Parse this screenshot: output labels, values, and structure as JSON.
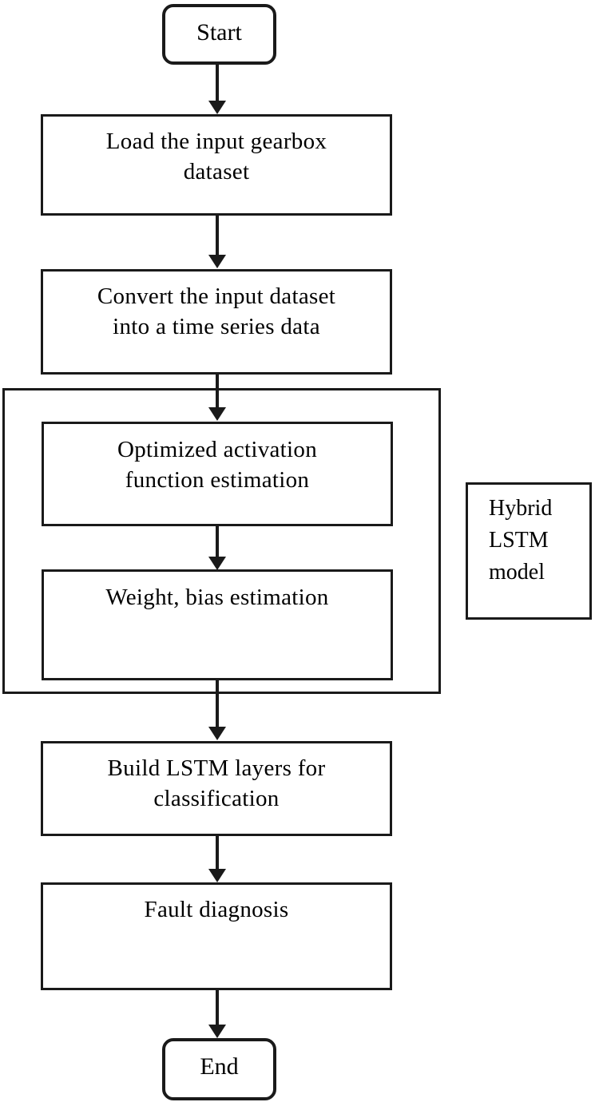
{
  "diagram": {
    "title": "Hybrid LSTM gearbox fault diagnosis flowchart",
    "background_color": "#ffffff",
    "line_color": "#1a1a1a",
    "text_color": "#000000"
  },
  "nodes": {
    "start": {
      "label": "Start",
      "shape": "terminator"
    },
    "load_dataset": {
      "label": "Load the input  gearbox\ndataset",
      "shape": "process"
    },
    "convert_dataset": {
      "label": "Convert  the  input  dataset\ninto  a time  series  data",
      "shape": "process"
    },
    "activation_estimation": {
      "label": "Optimized  activation\nfunction  estimation",
      "shape": "process"
    },
    "weight_bias_estimation": {
      "label": "Weight,  bias  estimation",
      "shape": "process"
    },
    "build_lstm_layers": {
      "label": "Build  LSTM layers  for\nclassification",
      "shape": "process"
    },
    "fault_diagnosis": {
      "label": "Fault  diagnosis",
      "shape": "process"
    },
    "end": {
      "label": "End",
      "shape": "terminator"
    }
  },
  "group": {
    "hybrid_lstm_stage": {
      "label": "",
      "note_label": "Hybrid\nLSTM\nmodel"
    }
  },
  "connectors": [
    {
      "name": "start-to-load",
      "from": "start",
      "to": "load_dataset"
    },
    {
      "name": "load-to-convert",
      "from": "load_dataset",
      "to": "convert_dataset"
    },
    {
      "name": "convert-to-activation",
      "from": "convert_dataset",
      "to": "activation_estimation"
    },
    {
      "name": "activation-to-weight",
      "from": "activation_estimation",
      "to": "weight_bias_estimation"
    },
    {
      "name": "weight-to-build",
      "from": "weight_bias_estimation",
      "to": "build_lstm_layers"
    },
    {
      "name": "build-to-fault",
      "from": "build_lstm_layers",
      "to": "fault_diagnosis"
    },
    {
      "name": "fault-to-end",
      "from": "fault_diagnosis",
      "to": "end"
    }
  ]
}
